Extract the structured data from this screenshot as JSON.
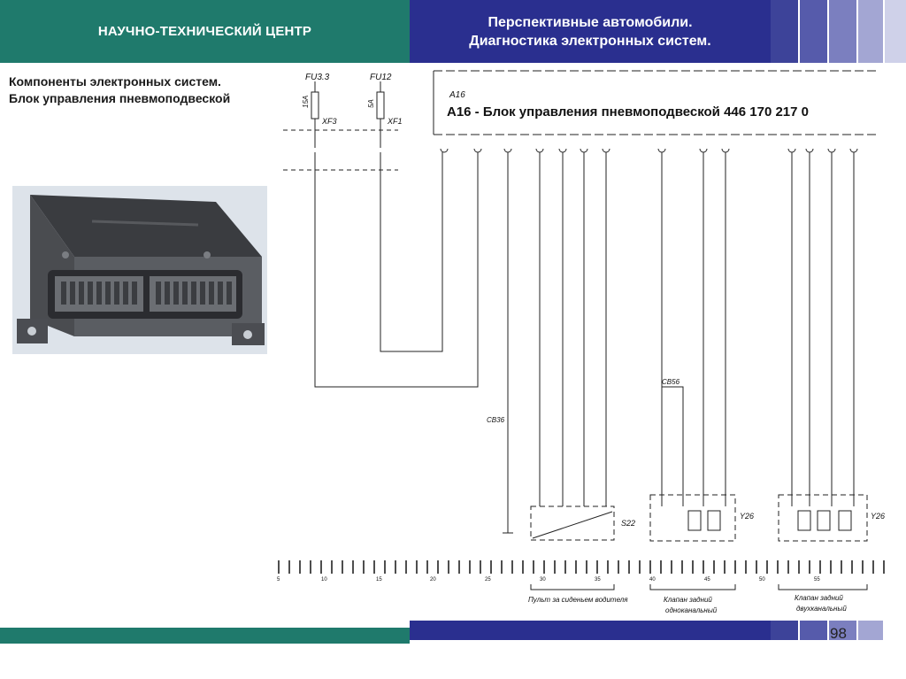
{
  "header": {
    "left_title": "НАУЧНО-ТЕХНИЧЕСКИЙ ЦЕНТР",
    "right_line1": "Перспективные автомобили.",
    "right_line2": "Диагностика электронных систем."
  },
  "subtitle": {
    "line1": "Компоненты электронных систем.",
    "line2": "Блок управления пневмоподвеской"
  },
  "schematic": {
    "block_ref": "A16",
    "block_title": "A16 - Блок управления пневмоподвеской 446 170 217 0",
    "fuse1": {
      "ref": "FU3.3",
      "rating": "15A",
      "connector": "XF3"
    },
    "fuse2": {
      "ref": "FU12",
      "rating": "5A",
      "connector": "XF1"
    },
    "splice1": "СВ36",
    "splice2": "СВ56",
    "switch_ref": "S22",
    "valve1_ref": "Y26",
    "valve2_ref": "Y26",
    "ruler_ticks": [
      "5",
      "10",
      "15",
      "20",
      "25",
      "30",
      "35",
      "40",
      "45",
      "50",
      "55"
    ],
    "captions": [
      {
        "lines": [
          "Пульт за сиденьем водителя"
        ]
      },
      {
        "lines": [
          "Клапан задний",
          "одноканальный"
        ]
      },
      {
        "lines": [
          "Клапан задний",
          "двухканальный"
        ]
      }
    ]
  },
  "footer": {
    "page_number": "98"
  },
  "colors": {
    "header_green": "#1f7a6c",
    "header_blue": "#2a2f8f",
    "squares": [
      "#3d4399",
      "#565bab",
      "#7b7fbf",
      "#a3a6d3",
      "#cfd1e9"
    ]
  }
}
